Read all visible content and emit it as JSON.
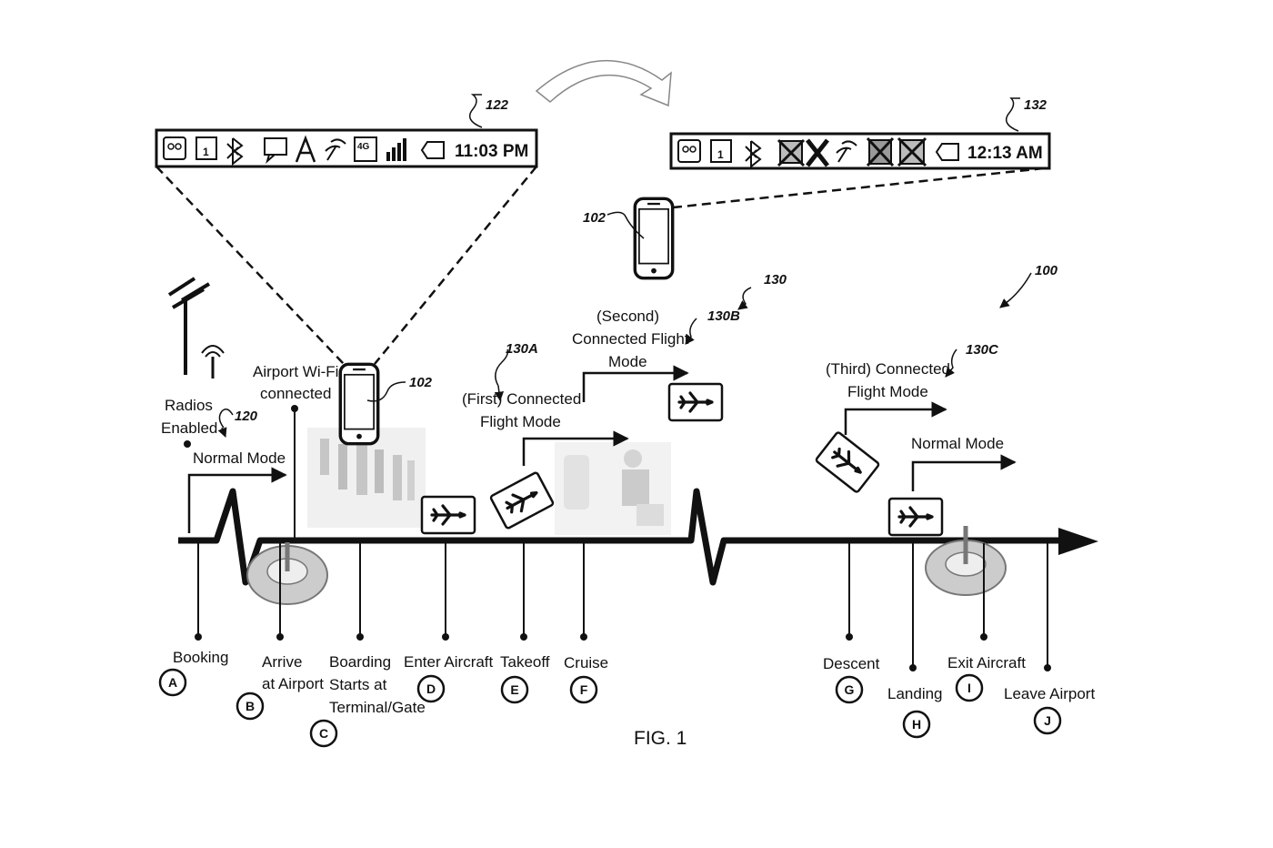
{
  "figure": {
    "caption": "FIG. 1",
    "ref_overall": "100"
  },
  "status_bars": [
    {
      "ref": "122",
      "time": "11:03 PM"
    },
    {
      "ref": "132",
      "time": "12:13 AM"
    }
  ],
  "phones": [
    {
      "ref": "102"
    },
    {
      "ref": "102"
    }
  ],
  "annotations": {
    "radios_line1": "Radios",
    "radios_line2": "Enabled",
    "ref_120": "120",
    "normal_mode_1": "Normal Mode",
    "wifi_line1": "Airport Wi-Fi",
    "wifi_line2": "connected",
    "first_line1": "(First) Connected",
    "first_line2": "Flight Mode",
    "ref_130a": "130A",
    "second_line1": "(Second)",
    "second_line2": "Connected Flight",
    "second_line3": "Mode",
    "ref_130b": "130B",
    "ref_130": "130",
    "third_line1": "(Third) Connected",
    "third_line2": "Flight Mode",
    "ref_130c": "130C",
    "normal_mode_2": "Normal Mode"
  },
  "events": [
    {
      "letter": "A",
      "lines": [
        "Booking"
      ]
    },
    {
      "letter": "B",
      "lines": [
        "Arrive",
        "at Airport"
      ]
    },
    {
      "letter": "C",
      "lines": [
        "Boarding",
        "Starts at",
        "Terminal/Gate"
      ]
    },
    {
      "letter": "D",
      "lines": [
        "Enter Aircraft"
      ]
    },
    {
      "letter": "E",
      "lines": [
        "Takeoff"
      ]
    },
    {
      "letter": "F",
      "lines": [
        "Cruise"
      ]
    },
    {
      "letter": "G",
      "lines": [
        "Descent"
      ]
    },
    {
      "letter": "H",
      "lines": [
        "Landing"
      ]
    },
    {
      "letter": "I",
      "lines": [
        "Exit Aircraft"
      ]
    },
    {
      "letter": "J",
      "lines": [
        "Leave Airport"
      ]
    }
  ]
}
